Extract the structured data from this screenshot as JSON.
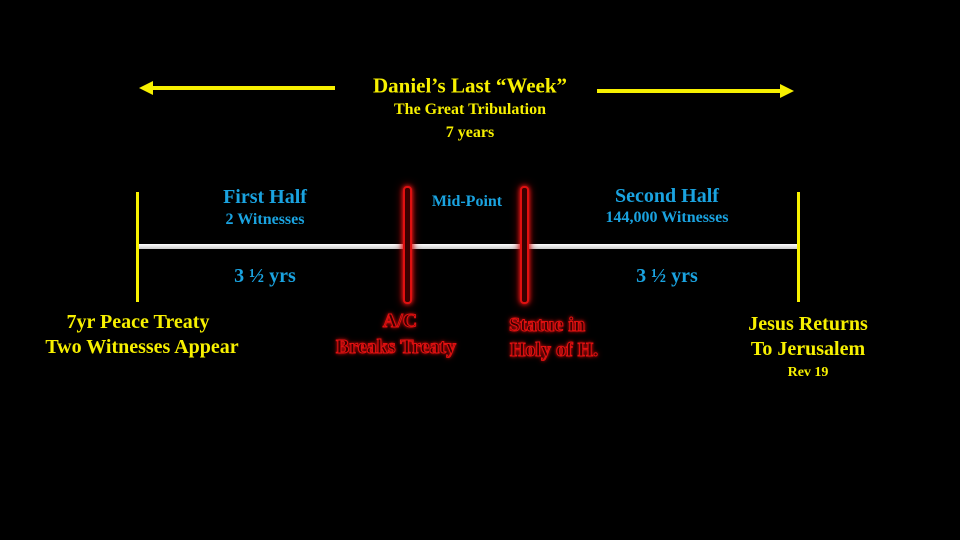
{
  "header": {
    "title": "Daniel’s Last “Week”",
    "subtitle": "The Great Tribulation",
    "duration": "7 years"
  },
  "segments": {
    "first": {
      "title": "First Half",
      "witnesses": "2 Witnesses",
      "length": "3 ½ yrs"
    },
    "mid": {
      "label": "Mid-Point"
    },
    "second": {
      "title": "Second Half",
      "witnesses": "144,000 Witnesses",
      "length": "3 ½ yrs"
    }
  },
  "events": {
    "start": {
      "line1": "7yr Peace Treaty",
      "line2": "Two Witnesses Appear"
    },
    "ac": {
      "line1": "A/C",
      "line2": "Breaks Treaty"
    },
    "statue": {
      "line1": "Statue in",
      "line2": "Holy of H."
    },
    "end": {
      "line1": "Jesus Returns",
      "line2": "To Jerusalem",
      "ref": "Rev 19"
    }
  },
  "colors": {
    "yellow": "#f7f000",
    "blue": "#1aa3e0",
    "red": "#e01010",
    "white": "#ffffff"
  }
}
